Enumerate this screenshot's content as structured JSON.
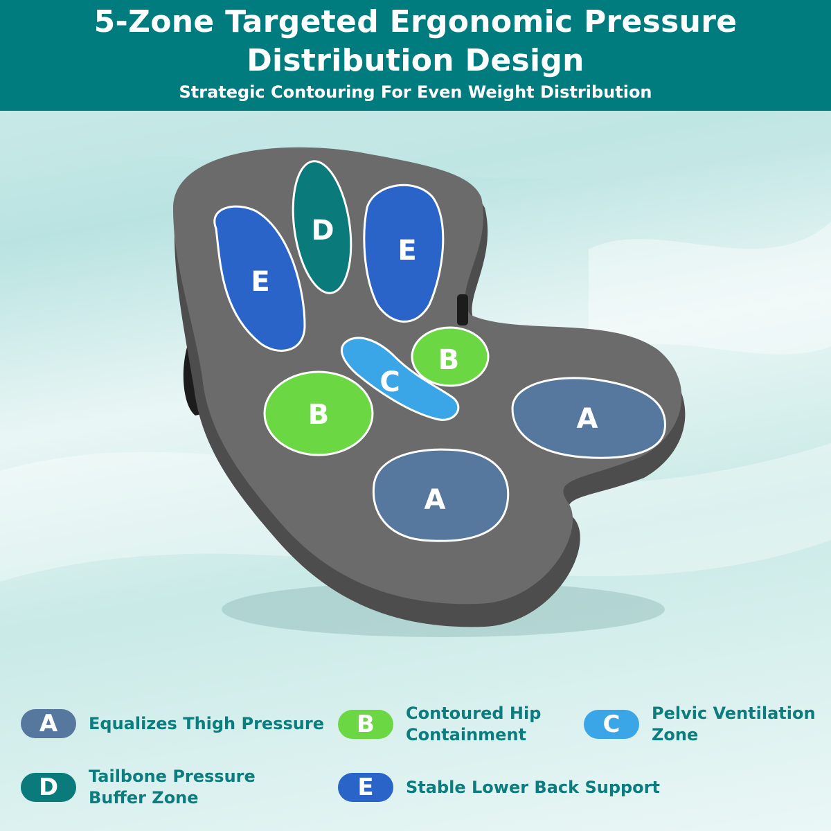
{
  "header": {
    "title_line1": "5-Zone Targeted Ergonomic Pressure",
    "title_line2": "Distribution Design",
    "subtitle": "Strategic Contouring For Even Weight Distribution"
  },
  "zones": {
    "back_left": "E",
    "back_center": "D",
    "back_right": "E",
    "center": "C",
    "hip_right": "B",
    "hip_left": "B",
    "thigh_right": "A",
    "thigh_front": "A"
  },
  "colors": {
    "header_bg": "#007b7e",
    "text_teal": "#0c7c7e",
    "zone_a": "#56789f",
    "zone_b": "#6ad743",
    "zone_c": "#3aa6e8",
    "zone_d": "#0b7a7b",
    "zone_e": "#2a64c9",
    "cushion": "#6b6b6b"
  },
  "legend": [
    {
      "letter": "A",
      "text": "Equalizes Thigh Pressure"
    },
    {
      "letter": "B",
      "text": "Contoured Hip\nContainment"
    },
    {
      "letter": "C",
      "text": "Pelvic Ventilation\nZone"
    },
    {
      "letter": "D",
      "text": "Tailbone Pressure\nBuffer Zone"
    },
    {
      "letter": "E",
      "text": "Stable Lower Back Support"
    }
  ]
}
